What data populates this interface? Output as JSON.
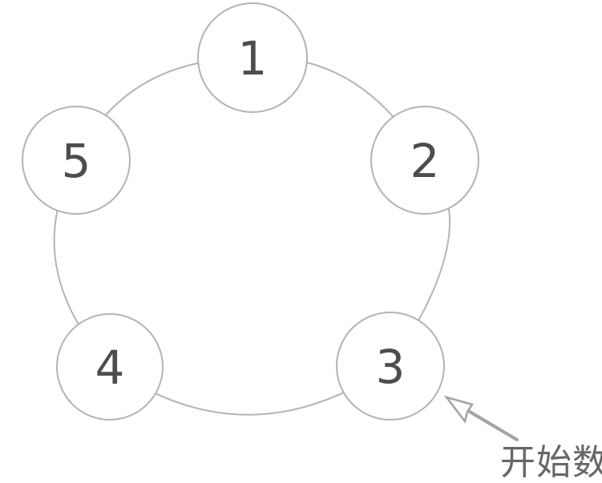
{
  "diagram": {
    "type": "circular-counting-ring",
    "description_visible_text_only": true,
    "nodes": [
      {
        "id": "1",
        "label": "1"
      },
      {
        "id": "2",
        "label": "2"
      },
      {
        "id": "3",
        "label": "3"
      },
      {
        "id": "4",
        "label": "4"
      },
      {
        "id": "5",
        "label": "5"
      }
    ],
    "edges": [
      {
        "from": "5",
        "to": "1"
      },
      {
        "from": "1",
        "to": "2"
      },
      {
        "from": "2",
        "to": "3"
      },
      {
        "from": "5",
        "to": "4"
      },
      {
        "from": "4",
        "to": "3"
      }
    ],
    "annotation": {
      "label": "开始数",
      "points_to_node": "3"
    }
  },
  "colors": {
    "background": "#ffffff",
    "node_fill": "#ffffff",
    "node_stroke": "#b3b3b3",
    "edge_stroke": "#b5b5b5",
    "number_text": "#4d4d4d",
    "arrow": "#a3a3a3",
    "annotation_text": "#666666"
  }
}
